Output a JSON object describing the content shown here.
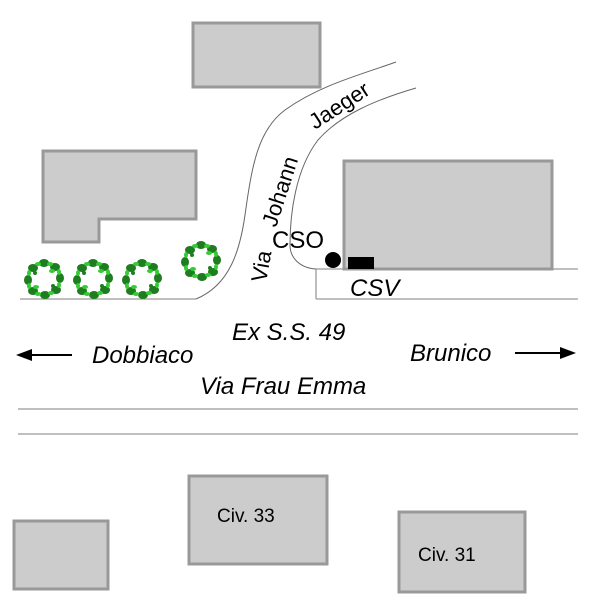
{
  "map": {
    "colors": {
      "building_fill": "#cccccc",
      "building_stroke": "#999999",
      "tree_dark": "#1e7d1e",
      "tree_light": "#33cc33",
      "marker": "#000000"
    },
    "streets": {
      "side_street": "Via Johann Jaeger",
      "side_street_parts": [
        "Via",
        "Johann",
        "Jaeger"
      ],
      "main_road_former_name": "Ex S.S. 49",
      "main_road": "Via Frau Emma"
    },
    "directions": {
      "west": {
        "label": "Dobbiaco",
        "icon": "arrow-left-icon"
      },
      "east": {
        "label": "Brunico",
        "icon": "arrow-right-icon"
      }
    },
    "markers": {
      "cso": {
        "label": "CSO",
        "icon": "filled-circle-marker"
      },
      "csv": {
        "label": "CSV",
        "icon": "filled-rectangle-marker"
      }
    },
    "buildings": {
      "civ33": "Civ. 33",
      "civ31": "Civ. 31"
    },
    "trees_count": 4
  }
}
